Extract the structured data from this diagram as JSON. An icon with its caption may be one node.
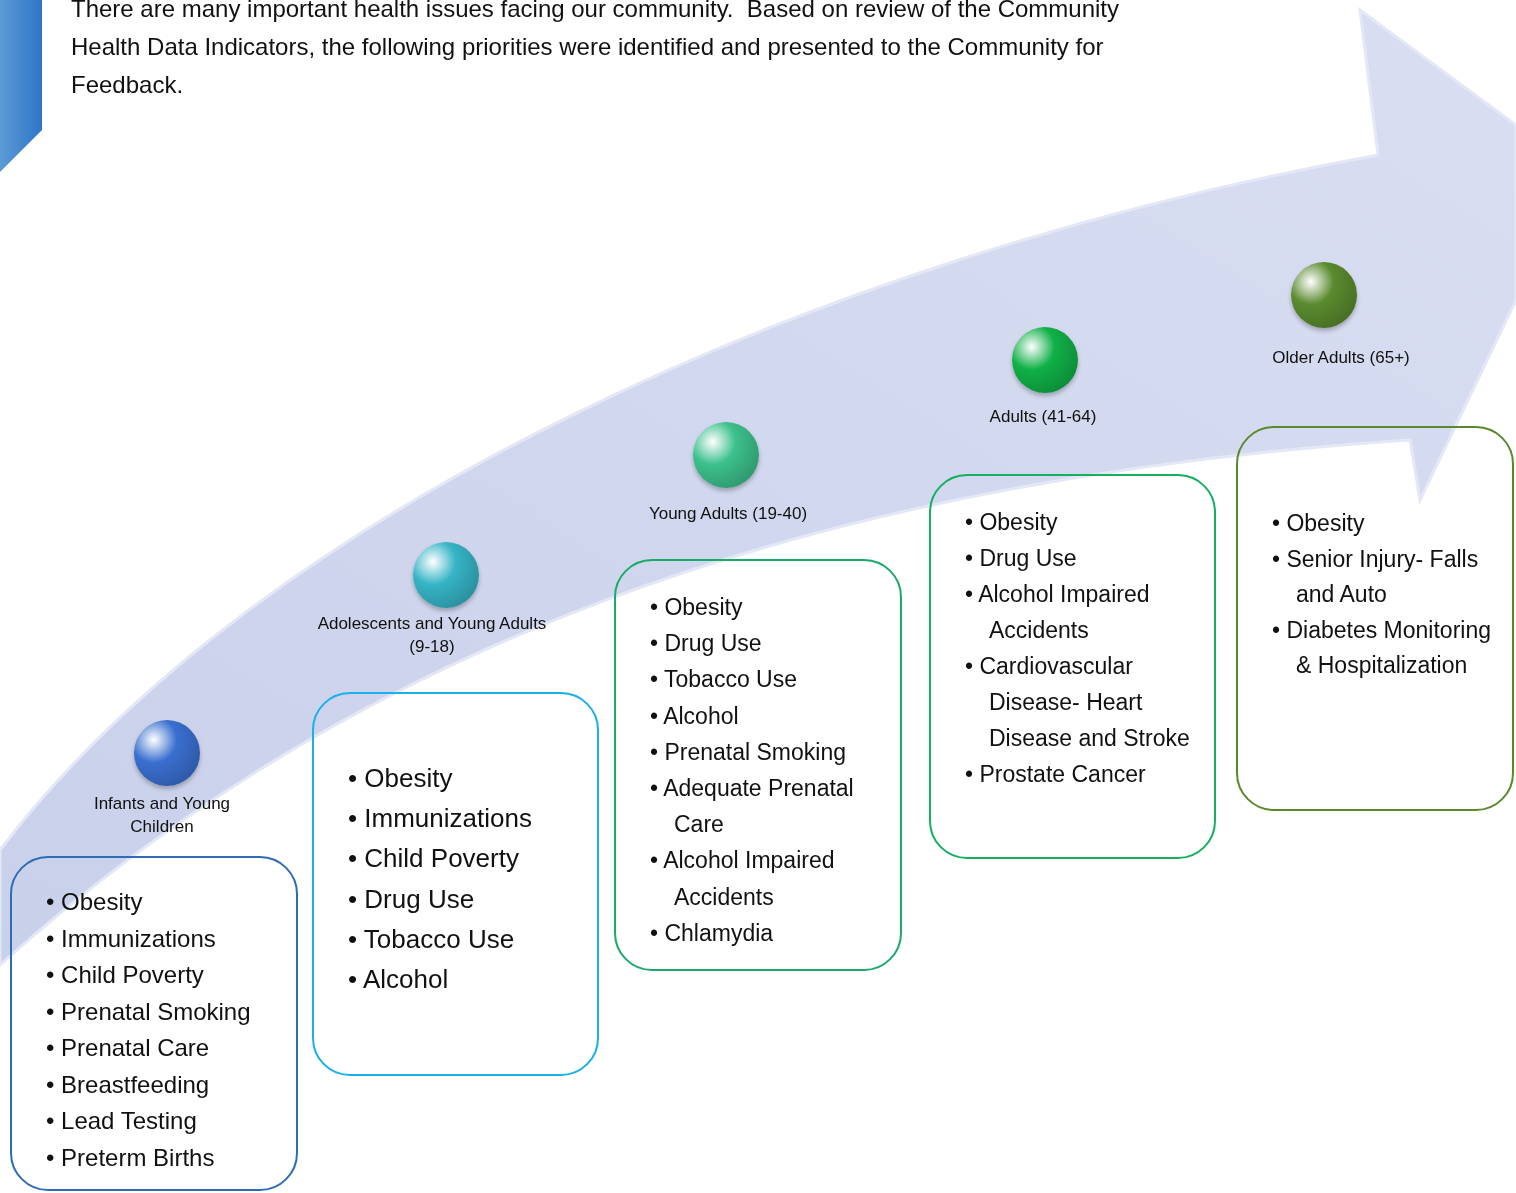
{
  "diagram": {
    "nodes": [
      {
        "text": [],
        "shape": "circle",
        "beside": [
          "Infants and Young Children"
        ]
      },
      {
        "text": [
          "• Obesity",
          "• Immunizations",
          "• Child Poverty",
          "• Prenatal Smoking",
          "• Prenatal Care",
          "• Breastfeeding",
          "• Lead Testing",
          "• Preterm Births"
        ]
      },
      {
        "text": [],
        "shape": "circle",
        "beside": [
          "Adolescents and Young Adults (9-18)"
        ]
      },
      {
        "text": [
          "• Obesity",
          "• Immunizations",
          "• Child Poverty",
          "• Drug Use",
          "• Tobacco Use",
          "• Alcohol"
        ]
      },
      {
        "text": [],
        "shape": "circle",
        "beside": [
          "Young Adults (19-40)"
        ]
      },
      {
        "text": [
          "• Obesity",
          "• Drug Use",
          "• Tobacco Use",
          "• Alcohol",
          "• Prenatal Smoking",
          "• Adequate Prenatal Care",
          "• Alcohol Impaired Accidents",
          "• Chlamydia"
        ]
      },
      {
        "text": [],
        "shape": "circle",
        "beside": [
          "Adults (41-64)"
        ]
      },
      {
        "text": [
          "• Obesity",
          "• Drug Use",
          "• Alcohol Impaired Accidents",
          "• Cardiovascular Disease- Heart Disease and Stroke",
          "• Prostate Cancer"
        ]
      },
      {
        "text": [],
        "shape": "circle",
        "beside": [
          "Older Adults (65+)"
        ]
      },
      {
        "text": [
          "• Obesity",
          "• Senior Injury- Falls and Auto",
          "• Diabetes Monitoring & Hospitalization"
        ]
      }
    ],
    "edges": [],
    "labels": [
      "There are many important health issues facing our community.  Based on review of the Community Health Data Indicators, the following priorities were identified and presented to the Community for Feedback."
    ]
  }
}
